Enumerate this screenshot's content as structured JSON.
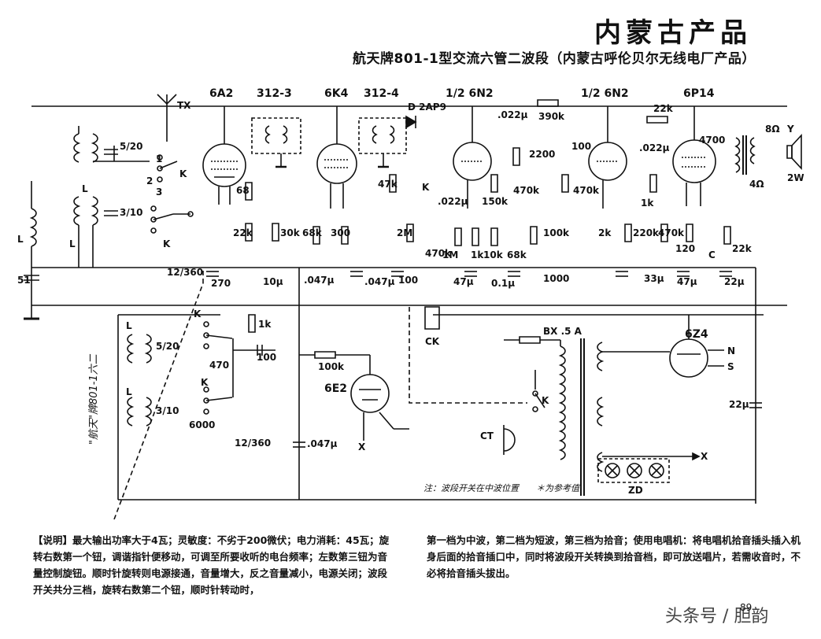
{
  "header": {
    "brand": "内蒙古产品",
    "subtitle": "航天牌801-1型交流六管二波段（内蒙古呼伦贝尔无线电厂产品）"
  },
  "tubes": {
    "t1": "6A2",
    "t2": "6K4",
    "t3": "1/2 6N2",
    "t4": "1/2 6N2",
    "t5": "6P14",
    "t6": "6E2",
    "t7": "6Z4"
  },
  "transformers": {
    "if1": "312-3",
    "if2": "312-4"
  },
  "labels": {
    "tx": "TX",
    "diode": "D 2AP9",
    "k11": "K",
    "k12": "K",
    "k13": "K",
    "k14": "K",
    "k15": "K",
    "k2": "K",
    "l1": "L",
    "l2": "L",
    "l3": "L",
    "l4": "L",
    "l5": "L",
    "ck": "CK",
    "bx": "BX .5 A",
    "ct": "CT",
    "zd": "ZD",
    "speaker_y": "Y",
    "ohm8": "8Ω",
    "ohm4": "4Ω",
    "watt": "2W",
    "x1": "X",
    "x2": "X",
    "s": "S",
    "n": "N",
    "c": "C"
  },
  "values": {
    "c51": "51",
    "c520a": "5/20",
    "c310a": "3/10",
    "c12360a": "12/360",
    "c270": "270",
    "r68a": "68",
    "r22k": "22k",
    "c10u": "10μ",
    "r30k": "30k",
    "r68k": "68k",
    "r300": "300",
    "c047a": ".047μ",
    "c047b": ".047μ",
    "c047c": ".047μ",
    "c100a": "100",
    "r47k": "47k",
    "r2m": "2M",
    "r470k": "470k",
    "c022a": ".022μ",
    "r1m": "1M",
    "c47u": "47μ",
    "r1k": "1k",
    "r150k": "150k",
    "r10k": "10k",
    "r68k2": "68k",
    "c01u": "0.1μ",
    "c022b": ".022μ",
    "r390k": "390k",
    "c100b": "100",
    "c2200": "2200",
    "r470k2": "470k",
    "r100k": "100k",
    "c1000": "1000",
    "r470k3": "470k",
    "r2k": "2k",
    "r220k": "220k",
    "c022c": ".022μ",
    "r22k2": "22k",
    "r1k2": "1k",
    "r470k4": "470k",
    "c33u": "33μ",
    "c4700": "4700",
    "r120": "120",
    "c47u2": "47μ",
    "r22k3": "22k",
    "c22u": "22μ",
    "c22u2": "22μ",
    "c520b": "5/20",
    "c470": "470",
    "r1ka": "1k",
    "c100c": "100",
    "r100k2": "100k",
    "c310b": "3/10",
    "c6000": "6000",
    "c12360b": "12/360",
    "sw1": "1",
    "sw2": "2",
    "sw3": "3"
  },
  "notes": {
    "footnote": "注：波段开关在中波位置　　＊为参考值",
    "vertical_label": "\"航天\"牌801-1六二"
  },
  "description": {
    "left": "【说明】最大输出功率大于4瓦；灵敏度：不劣于200微伏；电力消耗：45瓦；旋转右数第一个钮，调谐指针便移动，可调至所要收听的电台频率；左数第三钮为音量控制旋钮。顺时针旋转则电源接通，音量增大，反之音量减小，电源关闭；波段开关共分三档，旋转右数第二个钮，顺时针转动时，",
    "right": "第一档为中波，第二档为短波，第三档为拾音；使用电唱机：将电唱机拾音插头插入机身后面的拾音插口中，同时将波段开关转换到拾音档，即可放送唱片，若需收音时，不必将拾音插头拔出。"
  },
  "footer": {
    "page": "89",
    "watermark": "头条号 / 胆韵"
  }
}
